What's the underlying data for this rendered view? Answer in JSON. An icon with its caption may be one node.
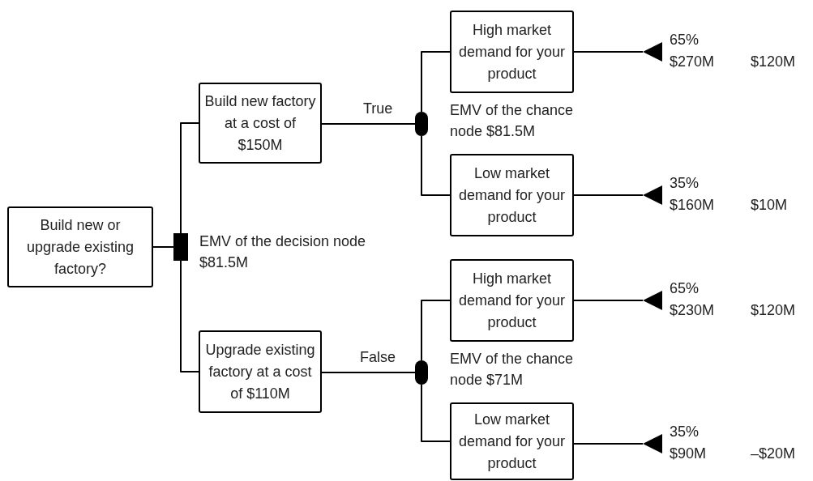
{
  "diagram": {
    "nodes": [
      {
        "text": [
          "Build new or upgrade existing factory?"
        ]
      },
      {
        "text": [],
        "shape": "box",
        "beside": [
          "EMV of the decision node $81.5M"
        ]
      },
      {
        "text": [
          "Build new factory at a cost of $150M"
        ]
      },
      {
        "text": [
          "Upgrade existing factory at a cost of $110M"
        ]
      },
      {
        "text": [],
        "shape": "circle"
      },
      {
        "text": [],
        "shape": "circle"
      },
      {
        "text": [
          "High market demand for your product"
        ]
      },
      {
        "text": [
          "Low market demand for your product"
        ]
      },
      {
        "text": [
          "High market demand for your product"
        ]
      },
      {
        "text": [
          "Low market demand for your product"
        ]
      },
      {
        "text": [],
        "shape": "triangle",
        "beside": [
          "65%",
          "$270M",
          "$120M"
        ]
      },
      {
        "text": [],
        "shape": "triangle",
        "beside": [
          "35%",
          "$160M",
          "$10M"
        ]
      },
      {
        "text": [],
        "shape": "triangle",
        "beside": [
          "65%",
          "$230M",
          "$120M"
        ]
      },
      {
        "text": [],
        "shape": "triangle",
        "beside": [
          "35%",
          "$90M",
          "–$20M"
        ]
      }
    ],
    "edges": [
      {
        "from": 0,
        "to": 1,
        "arrow": "none"
      },
      {
        "from": 1,
        "to": 2,
        "arrow": "none"
      },
      {
        "from": 1,
        "to": 3,
        "arrow": "none"
      },
      {
        "from": 2,
        "to": 4,
        "arrow": "none",
        "label": "True"
      },
      {
        "from": 3,
        "to": 5,
        "arrow": "none",
        "label": "False"
      },
      {
        "from": 4,
        "to": 6,
        "arrow": "none"
      },
      {
        "from": 4,
        "to": 7,
        "arrow": "none"
      },
      {
        "from": 5,
        "to": 8,
        "arrow": "none"
      },
      {
        "from": 5,
        "to": 9,
        "arrow": "none"
      },
      {
        "from": 6,
        "to": 10,
        "arrow": "none"
      },
      {
        "from": 7,
        "to": 11,
        "arrow": "none"
      },
      {
        "from": 8,
        "to": 12,
        "arrow": "none"
      },
      {
        "from": 9,
        "to": 13,
        "arrow": "none"
      }
    ],
    "labels": [
      "EMV of the chance node $81.5M",
      "EMV of the chance node $71M"
    ]
  }
}
